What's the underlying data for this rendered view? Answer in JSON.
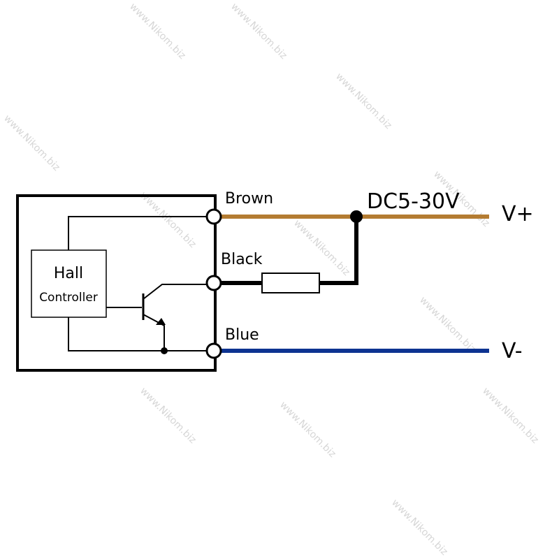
{
  "watermark": "www.Nikom.biz",
  "box": {
    "title_line1": "Hall",
    "title_line2": "Controller"
  },
  "wires": [
    {
      "id": "brown",
      "label": "Brown",
      "color": "#b47c32"
    },
    {
      "id": "black",
      "label": "Black",
      "color": "#000000"
    },
    {
      "id": "blue",
      "label": "Blue",
      "color": "#0d3391"
    }
  ],
  "supply": {
    "label": "DC5-30V",
    "positive": "V+",
    "negative": "V-"
  }
}
